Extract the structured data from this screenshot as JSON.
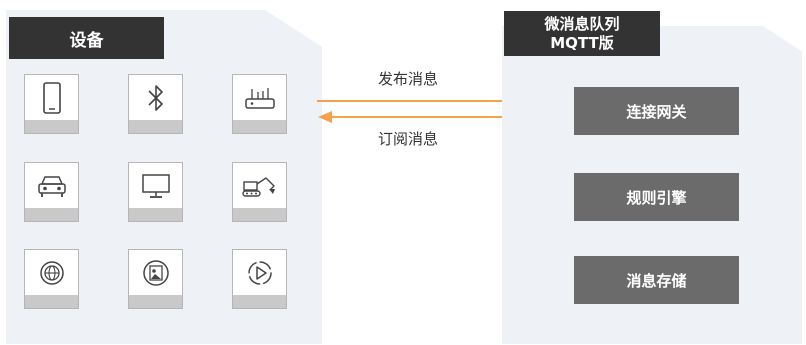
{
  "devices_panel": {
    "title": "设备",
    "devices": [
      {
        "icon": "smartphone-icon"
      },
      {
        "icon": "bluetooth-icon"
      },
      {
        "icon": "router-icon"
      },
      {
        "icon": "car-icon"
      },
      {
        "icon": "monitor-icon"
      },
      {
        "icon": "excavator-icon"
      },
      {
        "icon": "globe-sensor-icon"
      },
      {
        "icon": "tablet-device-icon"
      },
      {
        "icon": "media-play-icon"
      }
    ]
  },
  "arrows": {
    "publish": "发布消息",
    "subscribe": "订阅消息",
    "color": "#f5a04a"
  },
  "mqtt_panel": {
    "title_line1": "微消息队列",
    "title_line2": "MQTT版",
    "modules": [
      "连接网关",
      "规则引擎",
      "消息存储"
    ]
  },
  "colors": {
    "panel_bg": "#eef2f6",
    "title_bg": "#333333",
    "module_bg": "#6b6b6b"
  }
}
